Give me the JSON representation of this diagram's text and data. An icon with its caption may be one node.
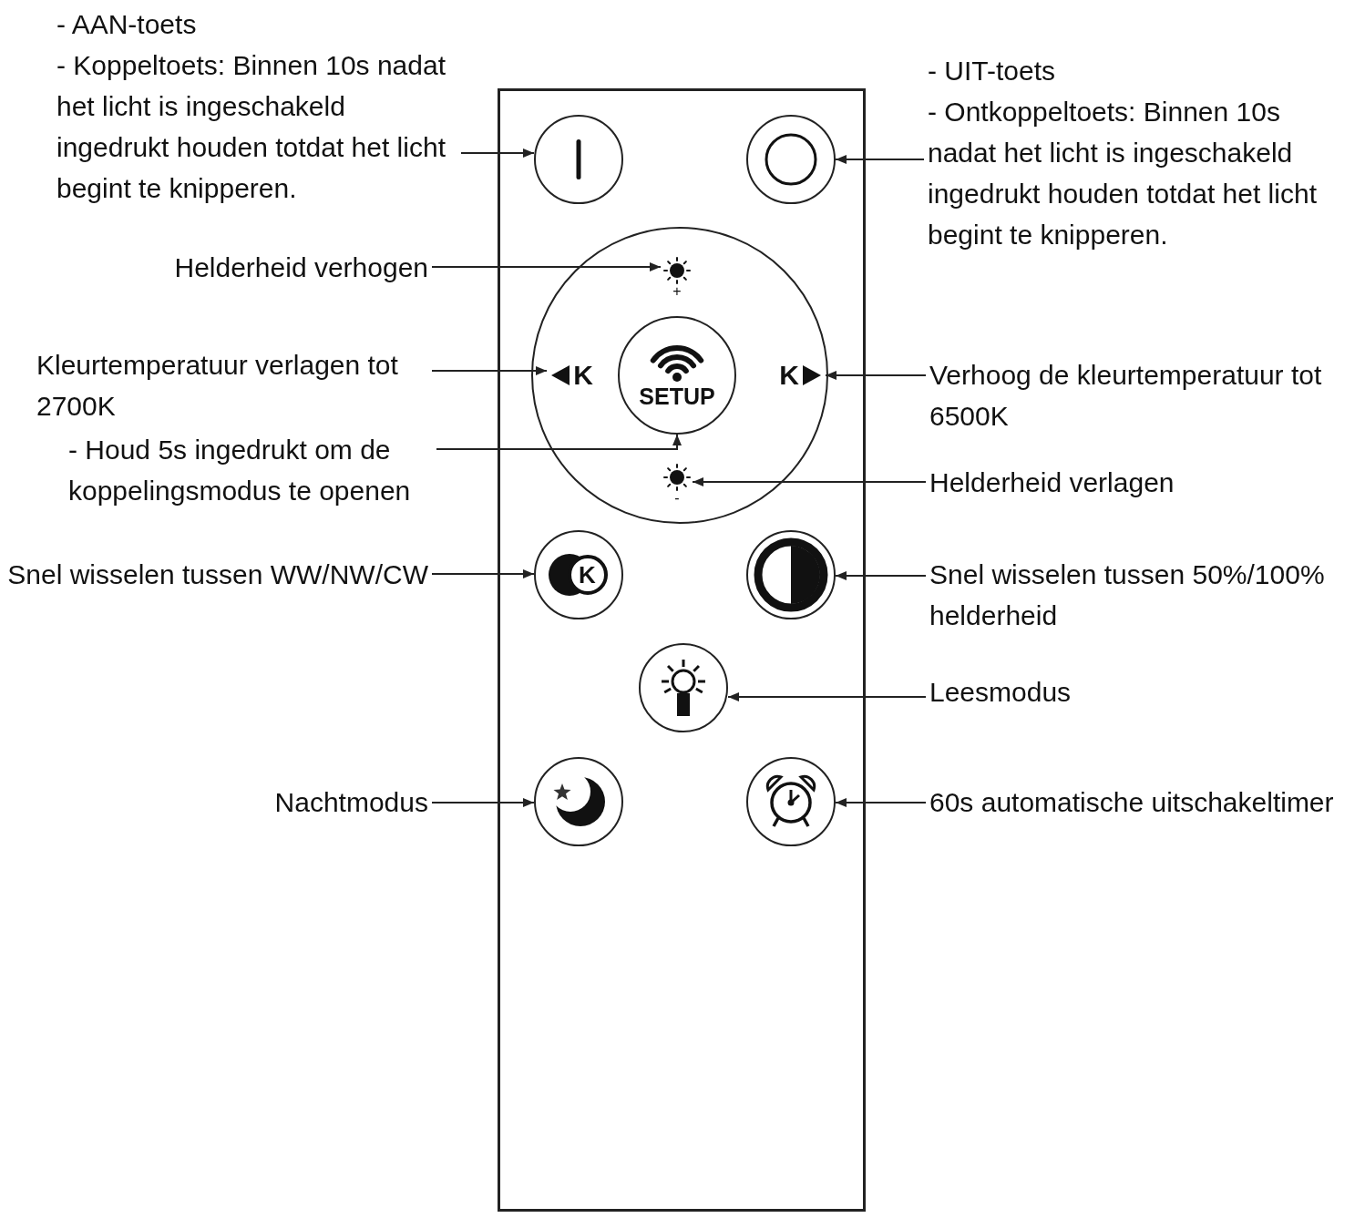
{
  "diagram": {
    "nodes": [
      {
        "text": [
          "- AAN-toets",
          "- Koppeltoets: Binnen 10s nadat het licht is ingeschakeld ingedrukt houden totdat het licht begint te knipperen."
        ]
      },
      {
        "text": [],
        "shape": "box"
      },
      {
        "text": [],
        "shape": "circle",
        "in": 1
      },
      {
        "text": [],
        "shape": "circle",
        "in": 1
      },
      {
        "text": [
          "- UIT-toets",
          "- Ontkoppeltoets: Binnen 10s nadat het licht is ingeschakeld ingedrukt houden totdat het licht begint te knipperen."
        ]
      },
      {
        "text": [
          "Helderheid verhogen"
        ]
      },
      {
        "text": [],
        "shape": "circle",
        "in": 1
      },
      {
        "text": [
          "+"
        ],
        "in": 6
      },
      {
        "text": [
          "Kleurtemperatuur verlagen tot 2700K"
        ]
      },
      {
        "text": [
          "K"
        ],
        "in": 6
      },
      {
        "text": [
          "SETUP"
        ],
        "in": 6
      },
      {
        "text": [
          "K"
        ],
        "in": 6
      },
      {
        "text": [
          "Verhoog de kleurtemperatuur tot 6500K"
        ]
      },
      {
        "text": [
          "- Houd 5s ingedrukt om de koppelingsmodus te openen"
        ]
      },
      {
        "text": [
          "-"
        ],
        "in": 6
      },
      {
        "text": [
          "Helderheid verlagen"
        ]
      },
      {
        "text": [
          "Snel wisselen tussen WW/NW/CW"
        ]
      },
      {
        "text": [
          "K"
        ],
        "in": 1
      },
      {
        "text": [],
        "shape": "circle",
        "in": 1
      },
      {
        "text": [
          "Snel wisselen tussen 50%/100% helderheid"
        ]
      },
      {
        "text": [],
        "shape": "circle",
        "in": 1
      },
      {
        "text": [
          "Leesmodus"
        ]
      },
      {
        "text": [
          "Nachtmodus"
        ]
      },
      {
        "text": [],
        "shape": "circle",
        "in": 1
      },
      {
        "text": [],
        "shape": "circle",
        "in": 1
      },
      {
        "text": [
          "60s automatische uitschakeltimer"
        ]
      }
    ],
    "edges": [
      {
        "from": 0,
        "to": 2,
        "arrow": "to"
      },
      {
        "from": 4,
        "to": 3,
        "arrow": "to"
      },
      {
        "from": 5,
        "to": 7,
        "arrow": "to"
      },
      {
        "from": 8,
        "to": 9,
        "arrow": "to"
      },
      {
        "from": 12,
        "to": 11,
        "arrow": "to"
      },
      {
        "from": 13,
        "to": 10,
        "arrow": "to"
      },
      {
        "from": 15,
        "to": 14,
        "arrow": "to"
      },
      {
        "from": 16,
        "to": 17,
        "arrow": "to"
      },
      {
        "from": 19,
        "to": 18,
        "arrow": "to"
      },
      {
        "from": 21,
        "to": 20,
        "arrow": "to"
      },
      {
        "from": 22,
        "to": 23,
        "arrow": "to"
      },
      {
        "from": 25,
        "to": 24,
        "arrow": "to"
      }
    ]
  }
}
